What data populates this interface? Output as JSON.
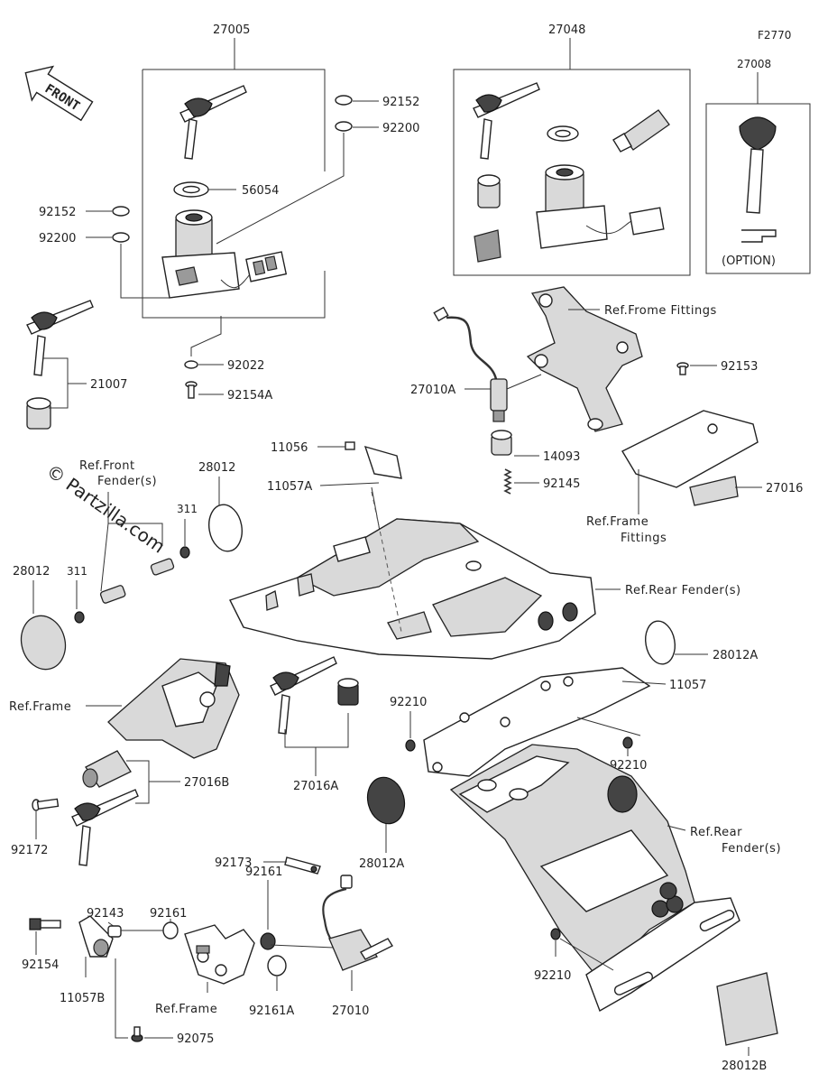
{
  "figure_code": "F2770",
  "front_arrow_label": "FRONT",
  "watermark": "© Partzilla.com",
  "labels": {
    "p27005": "27005",
    "p27048": "27048",
    "p27008": "27008",
    "option": "(OPTION)",
    "p92152_top": "92152",
    "p92200_top": "92200",
    "p56054": "56054",
    "p92152_left": "92152",
    "p92200_left": "92200",
    "p21007": "21007",
    "p92022": "92022",
    "p92154A": "92154A",
    "ref_frome_fittings": "Ref.Frome Fittings",
    "p92153": "92153",
    "p27010A": "27010A",
    "p14093": "14093",
    "p92145": "92145",
    "p27016": "27016",
    "ref_frame_fittings_1": "Ref.Frame",
    "ref_frame_fittings_2": "Fittings",
    "p11056": "11056",
    "p11057A": "11057A",
    "ref_front_fender_1": "Ref.Front",
    "ref_front_fender_2": "Fender(s)",
    "p28012_a": "28012",
    "p311_a": "311",
    "p28012_b": "28012",
    "p311_b": "311",
    "ref_rear_fender_top": "Ref.Rear Fender(s)",
    "p28012A_right": "28012A",
    "p11057": "11057",
    "ref_frame_left": "Ref.Frame",
    "p92210_top": "92210",
    "p92210_right": "92210",
    "p27016B": "27016B",
    "p27016A": "27016A",
    "ref_rear_fender_mid_1": "Ref.Rear",
    "ref_rear_fender_mid_2": "Fender(s)",
    "p92172": "92172",
    "p28012A_mid": "28012A",
    "p92173": "92173",
    "p92143": "92143",
    "p92161_a": "92161",
    "p92161_b": "92161",
    "p92154": "92154",
    "p11057B": "11057B",
    "ref_frame_bottom": "Ref.Frame",
    "p92161A": "92161A",
    "p27010": "27010",
    "p92075": "92075",
    "p92210_bottom": "92210",
    "p28012B": "28012B"
  }
}
